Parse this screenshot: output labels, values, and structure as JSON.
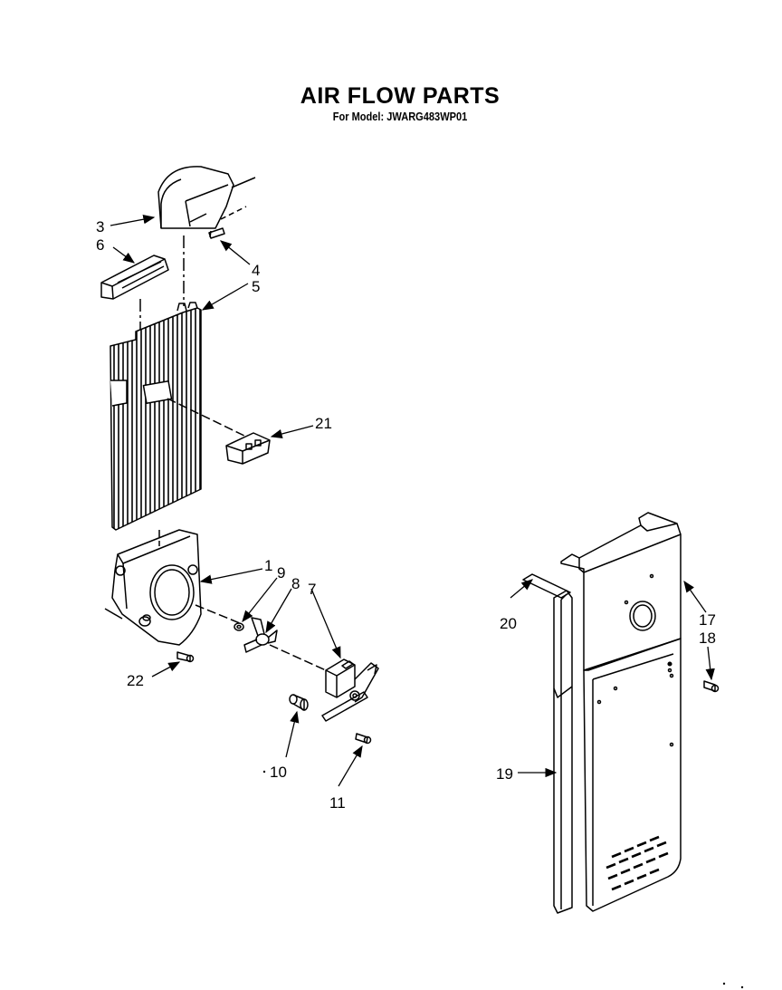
{
  "header": {
    "title": "AIR FLOW PARTS",
    "subtitle": "For Model: JWARG483WP01"
  },
  "callouts": {
    "c1": "1",
    "c3": "3",
    "c4": "4",
    "c5": "5",
    "c6": "6",
    "c7": "7",
    "c8": "8",
    "c9": "9",
    "c10": "10",
    "c11": "11",
    "c17": "17",
    "c18": "18",
    "c19": "19",
    "c20": "20",
    "c21": "21",
    "c22": "22"
  },
  "colors": {
    "ink": "#000000",
    "paper": "#ffffff"
  }
}
